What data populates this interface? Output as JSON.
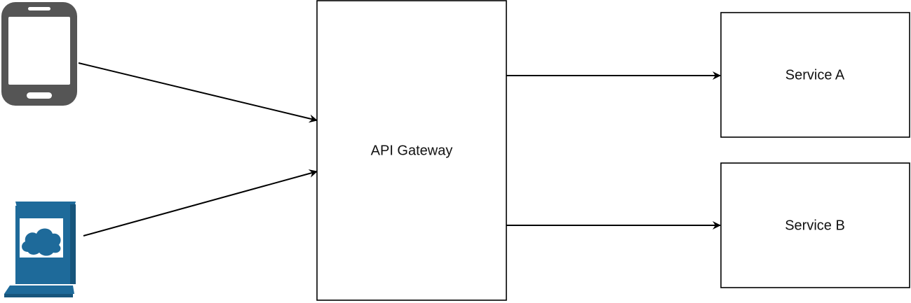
{
  "nodes": {
    "gateway": {
      "label": "API Gateway"
    },
    "service_a": {
      "label": "Service A"
    },
    "service_b": {
      "label": "Service B"
    }
  },
  "clients": [
    {
      "icon": "smartphone-icon"
    },
    {
      "icon": "desktop-computer-icon"
    }
  ],
  "edges": [
    {
      "from": "smartphone",
      "to": "gateway"
    },
    {
      "from": "desktop-computer",
      "to": "gateway"
    },
    {
      "from": "gateway",
      "to": "service_a"
    },
    {
      "from": "gateway",
      "to": "service_b"
    }
  ],
  "colors": {
    "phone": "#555555",
    "phone_screen": "#ffffff",
    "computer": "#1e6a9a",
    "stroke": "#000000"
  }
}
